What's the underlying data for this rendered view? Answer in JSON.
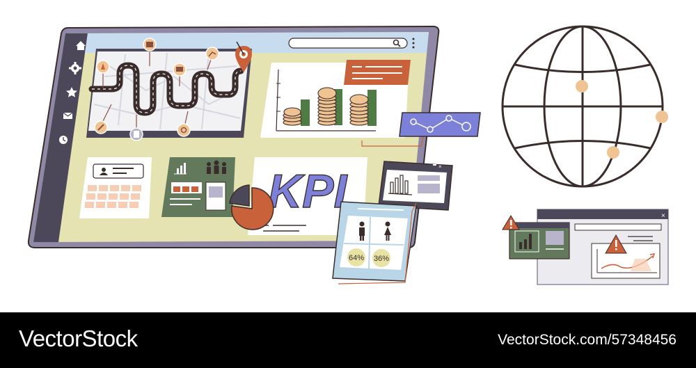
{
  "illustration": {
    "kpi_label": "KPI",
    "male_percent": "64%",
    "female_percent": "36%",
    "icons": [
      "home-icon",
      "search-icon",
      "menu-dots-icon",
      "settings-icon",
      "star-icon",
      "mail-icon",
      "clock-icon",
      "user-card-icon",
      "coins-icon",
      "pie-chart-icon",
      "globe-icon",
      "warning-icon",
      "target-pin-icon",
      "line-chart-icon"
    ]
  },
  "colors": {
    "outline": "#3a2c2a",
    "screen_frame": "#8f88a6",
    "screen_bg": "#e6e3b3",
    "map_bg": "#f2f2f5",
    "accent_orange": "#c9623a",
    "coin": "#f0c393",
    "green_panel": "#62795b",
    "periwinkle": "#7d80d8",
    "light_blue": "#b9d5e8",
    "toolbar_blue": "#c7ddef"
  },
  "footer": {
    "brand": "VectorStock",
    "image_id": "VectorStock.com/57348456"
  }
}
